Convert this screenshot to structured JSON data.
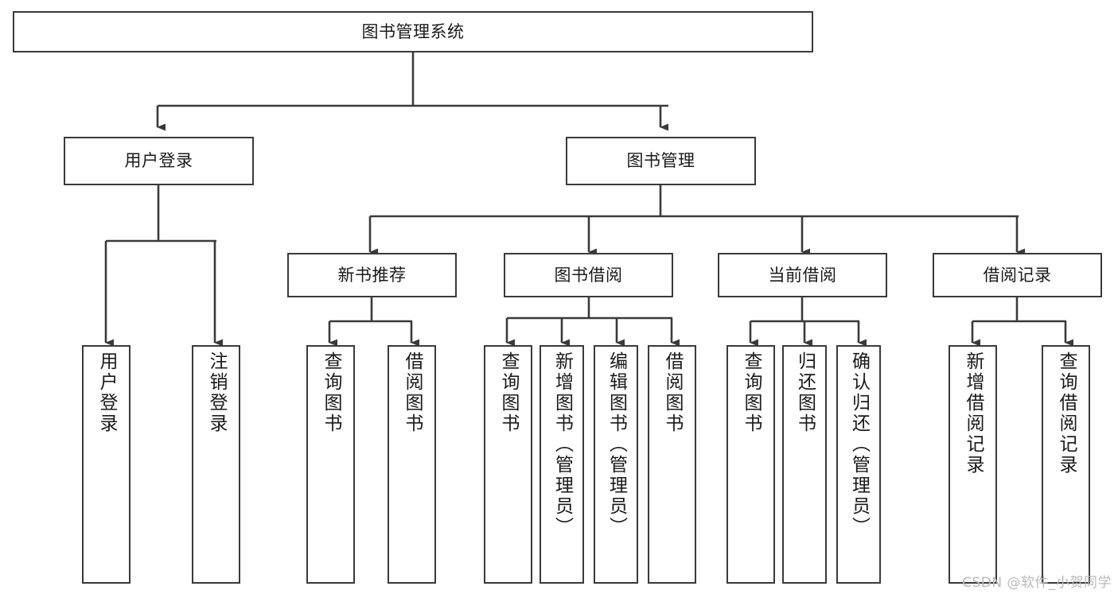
{
  "diagram": {
    "type": "tree-hierarchy-chart",
    "title_node": {
      "id": "root",
      "label": "图书管理系统",
      "orientation": "horizontal"
    },
    "level2": [
      {
        "id": "user-login",
        "label": "用户登录",
        "orientation": "horizontal"
      },
      {
        "id": "book-manage",
        "label": "图书管理",
        "orientation": "horizontal"
      }
    ],
    "level3": [
      {
        "id": "new-book-recommend",
        "label": "新书推荐",
        "orientation": "horizontal",
        "parent": "book-manage"
      },
      {
        "id": "book-borrow",
        "label": "图书借阅",
        "orientation": "horizontal",
        "parent": "book-manage"
      },
      {
        "id": "current-borrow",
        "label": "当前借阅",
        "orientation": "horizontal",
        "parent": "book-manage"
      },
      {
        "id": "borrow-record",
        "label": "借阅记录",
        "orientation": "horizontal",
        "parent": "book-manage"
      }
    ],
    "leaves": [
      {
        "id": "leaf-user-login",
        "label": "用户登录",
        "parent": "user-login"
      },
      {
        "id": "leaf-logout-login",
        "label": "注销登录",
        "parent": "user-login"
      },
      {
        "id": "leaf-query-book-1",
        "label": "查询图书",
        "parent": "new-book-recommend"
      },
      {
        "id": "leaf-borrow-book-1",
        "label": "借阅图书",
        "parent": "new-book-recommend"
      },
      {
        "id": "leaf-query-book-2",
        "label": "查询图书",
        "parent": "book-borrow"
      },
      {
        "id": "leaf-add-book",
        "label": "新增图书（管理员）",
        "parent": "book-borrow"
      },
      {
        "id": "leaf-edit-book",
        "label": "编辑图书（管理员）",
        "parent": "book-borrow"
      },
      {
        "id": "leaf-borrow-book-2",
        "label": "借阅图书",
        "parent": "book-borrow"
      },
      {
        "id": "leaf-query-book-3",
        "label": "查询图书",
        "parent": "current-borrow"
      },
      {
        "id": "leaf-return-book",
        "label": "归还图书",
        "parent": "current-borrow"
      },
      {
        "id": "leaf-confirm-return",
        "label": "确认归还（管理员）",
        "parent": "current-borrow"
      },
      {
        "id": "leaf-add-borrow-record",
        "label": "新增借阅记录",
        "parent": "borrow-record"
      },
      {
        "id": "leaf-query-borrow-record",
        "label": "查询借阅记录",
        "parent": "borrow-record"
      }
    ],
    "colors": {
      "stroke": "#3a3a3a",
      "fill": "#ffffff",
      "text": "#1a1a1a",
      "watermark": "#b9b9b9"
    }
  },
  "watermark": {
    "text": "CSDN @软件_小贺同学"
  }
}
